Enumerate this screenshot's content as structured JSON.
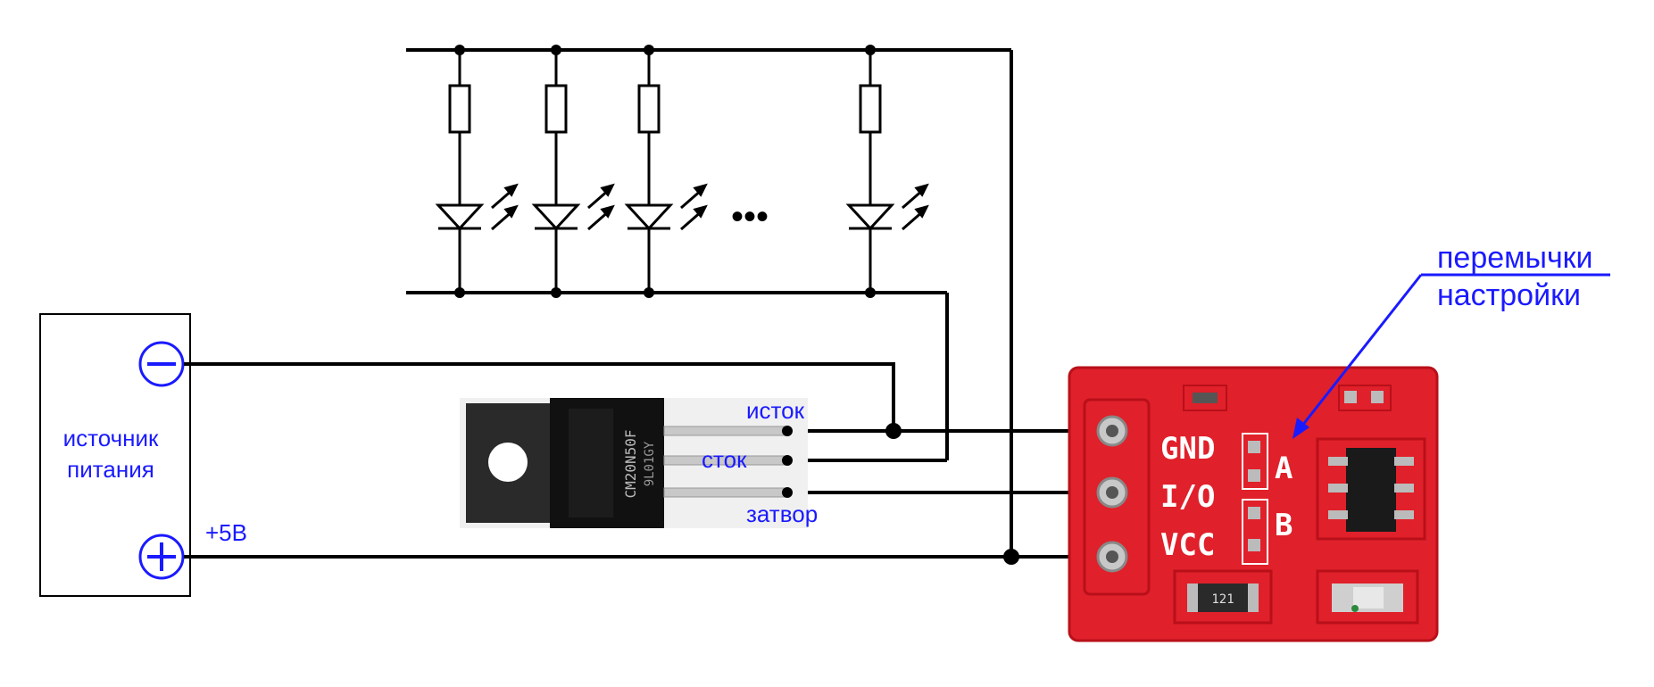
{
  "power_supply": {
    "label_line1": "источник",
    "label_line2": "питания",
    "plus_voltage": "+5В"
  },
  "transistor": {
    "marking_line1": "CM20N50F",
    "marking_line2": "9L01GY",
    "pin_source": "исток",
    "pin_drain": "сток",
    "pin_gate": "затвор"
  },
  "sensor_board": {
    "pin_gnd": "GND",
    "pin_io": "I/O",
    "pin_vcc": "VCC",
    "jumper_a": "A",
    "jumper_b": "B",
    "resistor_code": "121"
  },
  "annotation": {
    "line1": "перемычки",
    "line2": "настройки"
  },
  "led_chain": {
    "ellipsis": "•••"
  },
  "colors": {
    "wire": "#000000",
    "label": "#1a1aff",
    "pcb": "#e0202a",
    "pcb_edge": "#b8101a"
  }
}
